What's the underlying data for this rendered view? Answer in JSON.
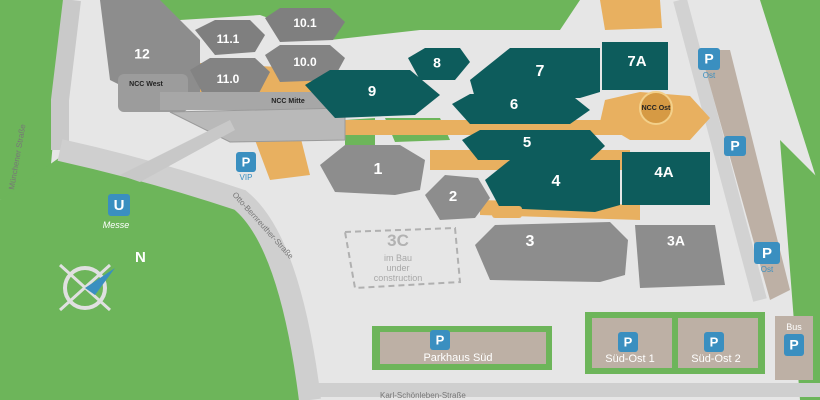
{
  "colors": {
    "grass": "#6db55a",
    "road": "#d8d8d8",
    "hall_teal": "#0d5c5c",
    "hall_gray": "#8d8d8d",
    "walkway": "#e8b060",
    "parking_blue": "#3a8fc0"
  },
  "halls_teal": {
    "h9": "9",
    "h8": "8",
    "h7": "7",
    "h7a": "7A",
    "h6": "6",
    "h5": "5",
    "h4": "4",
    "h4a": "4A"
  },
  "halls_gray": {
    "h12": "12",
    "h11_1": "11.1",
    "h11_0": "11.0",
    "h10_1": "10.1",
    "h10_0": "10.0",
    "h1": "1",
    "h2": "2",
    "h3": "3",
    "h3a": "3A"
  },
  "ncc": {
    "west": "NCC West",
    "mitte": "NCC Mitte",
    "ost": "NCC Ost"
  },
  "construction": {
    "hall": "3C",
    "line1": "im Bau",
    "line2": "under",
    "line3": "construction"
  },
  "parking": {
    "p_symbol": "P",
    "ost_top": "Ost",
    "vip": "VIP",
    "ost_bottom": "Ost",
    "parkhaus_sued": "Parkhaus Süd",
    "sued_ost_1": "Süd-Ost 1",
    "sued_ost_2": "Süd-Ost 2",
    "bus": "Bus"
  },
  "transit": {
    "u_symbol": "U",
    "messe": "Messe"
  },
  "compass": {
    "north": "N"
  },
  "streets": {
    "muenchener": "Münchener Straße",
    "otto_bernreuther": "Otto-Bernreuther-Straße",
    "karl_schoenleben": "Karl-Schönleben-Straße"
  }
}
